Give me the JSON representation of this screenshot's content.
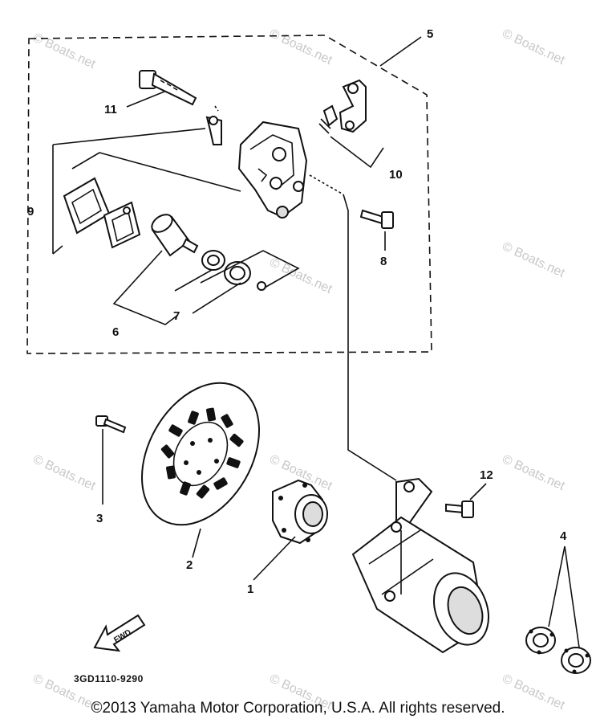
{
  "callouts": {
    "c1": "1",
    "c2": "2",
    "c3": "3",
    "c4": "4",
    "c5": "5",
    "c6": "6",
    "c7": "7",
    "c8": "8",
    "c9": "9",
    "c10": "10",
    "c11": "11",
    "c12": "12"
  },
  "part_code": "3GD1110-9290",
  "fwd_label": "FWD",
  "watermark": "© Boats.net",
  "copyright": "©2013 Yamaha Motor Corporation, U.S.A. All rights reserved."
}
